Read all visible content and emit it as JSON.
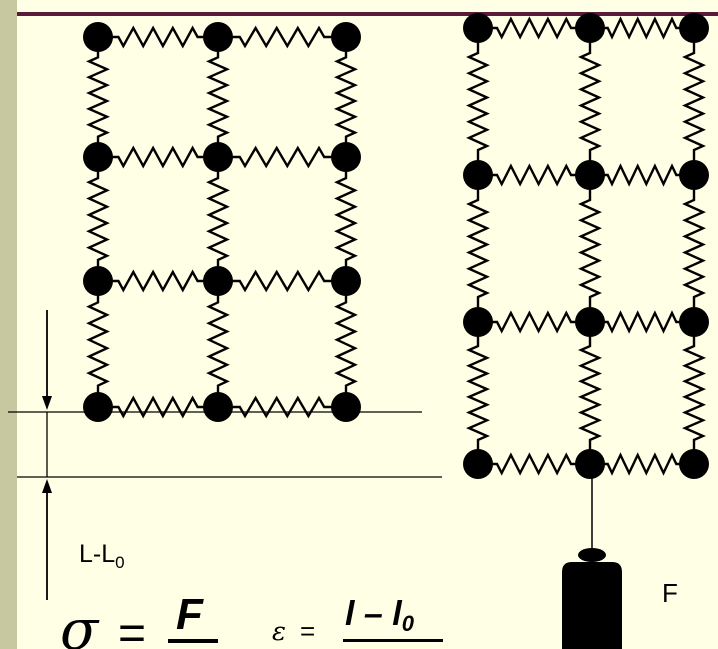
{
  "diagram": {
    "label_extension": {
      "main": "L-L",
      "sub": "0"
    },
    "label_force": "F",
    "formula_stress": {
      "sigma": "σ",
      "equals": "=",
      "numerator": "F"
    },
    "formula_strain": {
      "epsilon": "ε",
      "equals": "=",
      "numerator": "l – l",
      "sub": "0"
    }
  },
  "colors": {
    "background": "#ffffe5",
    "sidebar": "#c8c8a0",
    "top_line": "#5a1a3a",
    "ink": "#000000"
  }
}
